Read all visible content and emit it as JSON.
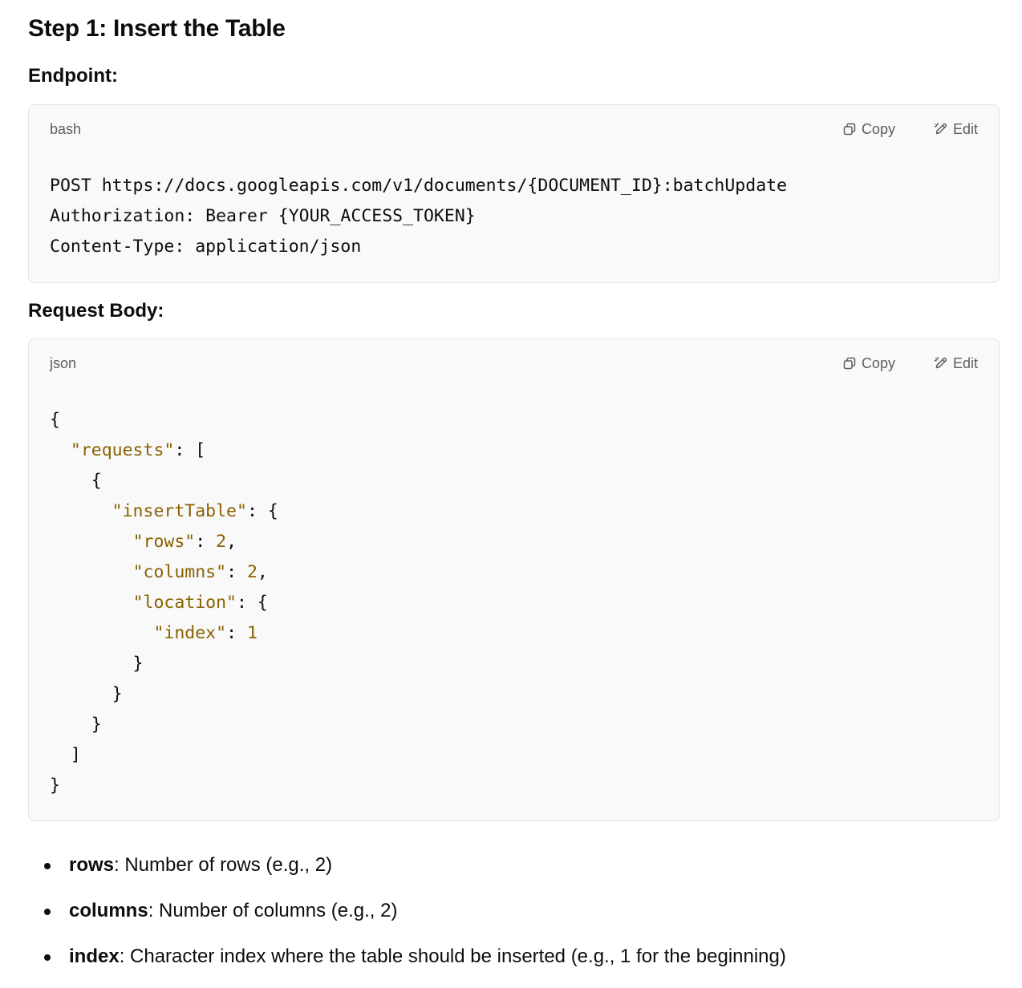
{
  "step_heading": "Step 1: Insert the Table",
  "endpoint_heading": "Endpoint:",
  "request_body_heading": "Request Body:",
  "endpoint_block": {
    "language": "bash",
    "copy_label": "Copy",
    "edit_label": "Edit",
    "lines": [
      "POST https://docs.googleapis.com/v1/documents/{DOCUMENT_ID}:batchUpdate",
      "Authorization: Bearer {YOUR_ACCESS_TOKEN}",
      "Content-Type: application/json"
    ]
  },
  "body_block": {
    "language": "json",
    "copy_label": "Copy",
    "edit_label": "Edit",
    "lines": [
      [
        {
          "t": "{",
          "c": "p"
        }
      ],
      [
        {
          "t": "  ",
          "c": "p"
        },
        {
          "t": "\"requests\"",
          "c": "k"
        },
        {
          "t": ": [",
          "c": "p"
        }
      ],
      [
        {
          "t": "    {",
          "c": "p"
        }
      ],
      [
        {
          "t": "      ",
          "c": "p"
        },
        {
          "t": "\"insertTable\"",
          "c": "k"
        },
        {
          "t": ": {",
          "c": "p"
        }
      ],
      [
        {
          "t": "        ",
          "c": "p"
        },
        {
          "t": "\"rows\"",
          "c": "k"
        },
        {
          "t": ": ",
          "c": "p"
        },
        {
          "t": "2",
          "c": "n"
        },
        {
          "t": ",",
          "c": "p"
        }
      ],
      [
        {
          "t": "        ",
          "c": "p"
        },
        {
          "t": "\"columns\"",
          "c": "k"
        },
        {
          "t": ": ",
          "c": "p"
        },
        {
          "t": "2",
          "c": "n"
        },
        {
          "t": ",",
          "c": "p"
        }
      ],
      [
        {
          "t": "        ",
          "c": "p"
        },
        {
          "t": "\"location\"",
          "c": "k"
        },
        {
          "t": ": {",
          "c": "p"
        }
      ],
      [
        {
          "t": "          ",
          "c": "p"
        },
        {
          "t": "\"index\"",
          "c": "k"
        },
        {
          "t": ": ",
          "c": "p"
        },
        {
          "t": "1",
          "c": "n"
        }
      ],
      [
        {
          "t": "        }",
          "c": "p"
        }
      ],
      [
        {
          "t": "      }",
          "c": "p"
        }
      ],
      [
        {
          "t": "    }",
          "c": "p"
        }
      ],
      [
        {
          "t": "  ]",
          "c": "p"
        }
      ],
      [
        {
          "t": "}",
          "c": "p"
        }
      ]
    ]
  },
  "params": [
    {
      "name": "rows",
      "desc": ": Number of rows (e.g., 2)"
    },
    {
      "name": "columns",
      "desc": ": Number of columns (e.g., 2)"
    },
    {
      "name": "index",
      "desc": ": Character index where the table should be inserted (e.g., 1 for the beginning)"
    }
  ],
  "colors": {
    "json_key": "#8a6100",
    "json_number": "#8a6100",
    "code_bg": "#f9f9f9",
    "code_border": "#e3e3e3",
    "muted_text": "#5d5d5d"
  },
  "icons": {
    "copy": "copy-icon",
    "edit": "edit-pencil-icon"
  }
}
